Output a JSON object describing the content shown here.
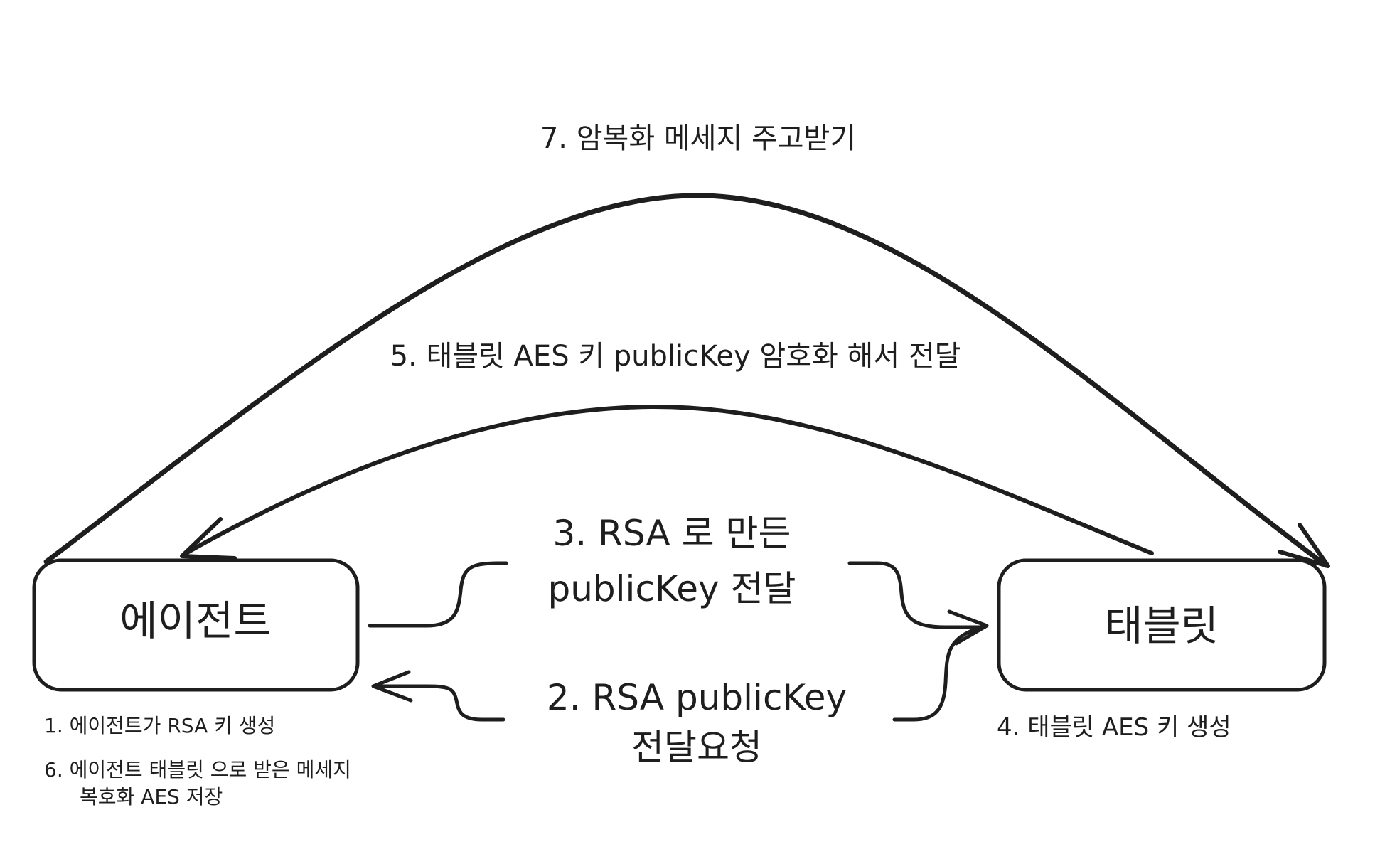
{
  "nodes": {
    "agent": {
      "label": "에이전트"
    },
    "tablet": {
      "label": "태블릿"
    }
  },
  "steps": {
    "step1": "1. 에이전트가 RSA 키 생성",
    "step2_line1": "2. RSA publicKey",
    "step2_line2": "전달요청",
    "step3_line1": "3. RSA 로 만든",
    "step3_line2": "publicKey 전달",
    "step4": "4. 태블릿 AES 키 생성",
    "step5": "5. 태블릿 AES 키 publicKey 암호화 해서 전달",
    "step6_line1": "6. 에이전트 태블릿 으로 받은 메세지",
    "step6_line2": "복호화 AES 저장",
    "step7": "7. 암복화 메세지 주고받기"
  },
  "colors": {
    "ink": "#1e1e1e",
    "background": "#ffffff"
  }
}
